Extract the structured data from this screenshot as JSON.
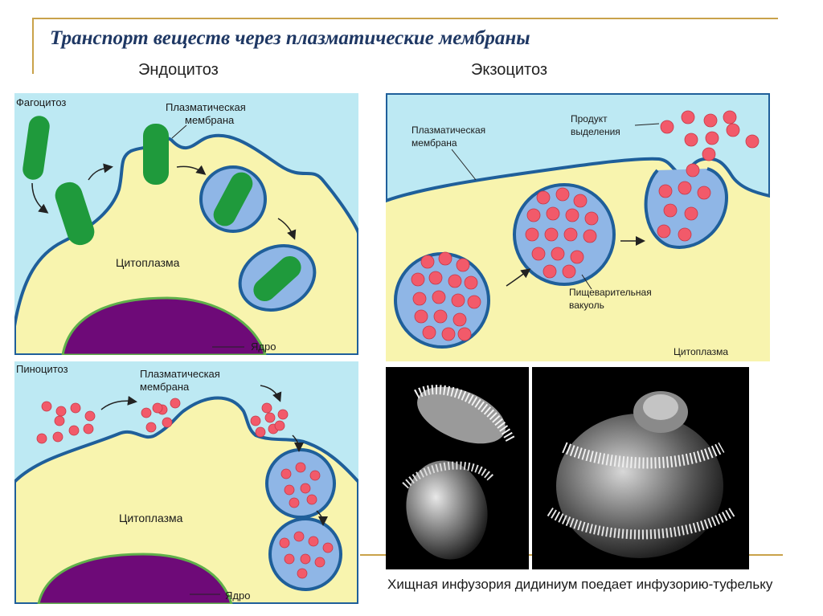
{
  "slide": {
    "title": "Транспорт веществ через плазматические мембраны",
    "endocytosis_heading": "Эндоцитоз",
    "exocytosis_heading": "Экзоцитоз",
    "caption": "Хищная инфузория дидиниум поедает инфузорию-туфельку"
  },
  "phagocytosis": {
    "label": "Фагоцитоз",
    "membrane_line1": "Плазматическая",
    "membrane_line2": "мембрана",
    "cytoplasm": "Цитоплазма",
    "nucleus": "Ядро"
  },
  "pinocytosis": {
    "label": "Пиноцитоз",
    "membrane_line1": "Плазматическая",
    "membrane_line2": "мембрана",
    "cytoplasm": "Цитоплазма",
    "nucleus": "Ядро"
  },
  "exocytosis": {
    "membrane_line1": "Плазматическая",
    "membrane_line2": "мембрана",
    "product_line1": "Продукт",
    "product_line2": "выделения",
    "vacuole_line1": "Пищеварительная",
    "vacuole_line2": "вакуоль",
    "cytoplasm": "Цитоплазма"
  },
  "colors": {
    "extracellular": "#bde9f3",
    "cytoplasm": "#f8f4ae",
    "membrane": "#1f5f9a",
    "vesicle": "#8fb6e6",
    "bacterium": "#1f9a3c",
    "nucleus": "#6e0a78",
    "particle": "#f25a6a",
    "accent_line": "#c9a24a"
  }
}
